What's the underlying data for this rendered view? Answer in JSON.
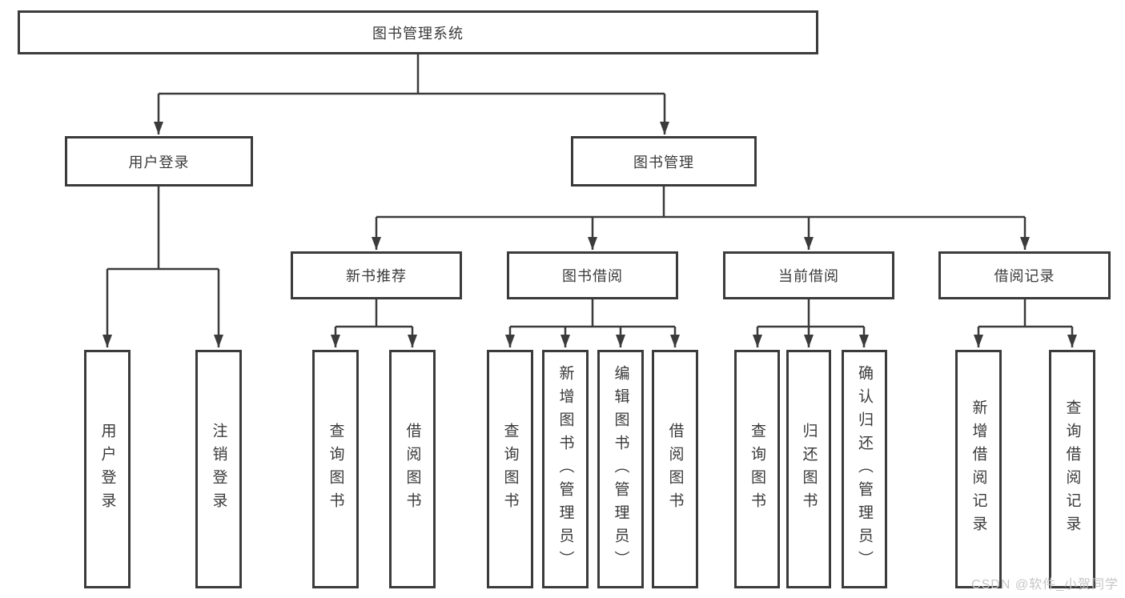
{
  "diagram": {
    "root": {
      "label": "图书管理系统"
    },
    "level2": [
      {
        "label": "用户登录"
      },
      {
        "label": "图书管理"
      }
    ],
    "level3": [
      {
        "label": "新书推荐"
      },
      {
        "label": "图书借阅"
      },
      {
        "label": "当前借阅"
      },
      {
        "label": "借阅记录"
      }
    ],
    "leaves": {
      "user_login_group": [
        {
          "label": "用户登录"
        },
        {
          "label": "注销登录"
        }
      ],
      "new_book_group": [
        {
          "label": "查询图书"
        },
        {
          "label": "借阅图书"
        }
      ],
      "book_borrow_group": [
        {
          "label": "查询图书"
        },
        {
          "label": "新增图书（管理员）"
        },
        {
          "label": "编辑图书（管理员）"
        },
        {
          "label": "借阅图书"
        }
      ],
      "current_borrow_group": [
        {
          "label": "查询图书"
        },
        {
          "label": "归还图书"
        },
        {
          "label": "确认归还（管理员）"
        }
      ],
      "borrow_record_group": [
        {
          "label": "新增借阅记录"
        },
        {
          "label": "查询借阅记录"
        }
      ]
    },
    "colors": {
      "line": "#3b3b3b",
      "text": "#3a3a3a",
      "background": "#ffffff",
      "watermark": "#c6c6c6"
    }
  },
  "watermark": {
    "text": "CSDN @软件_小贺同学"
  }
}
